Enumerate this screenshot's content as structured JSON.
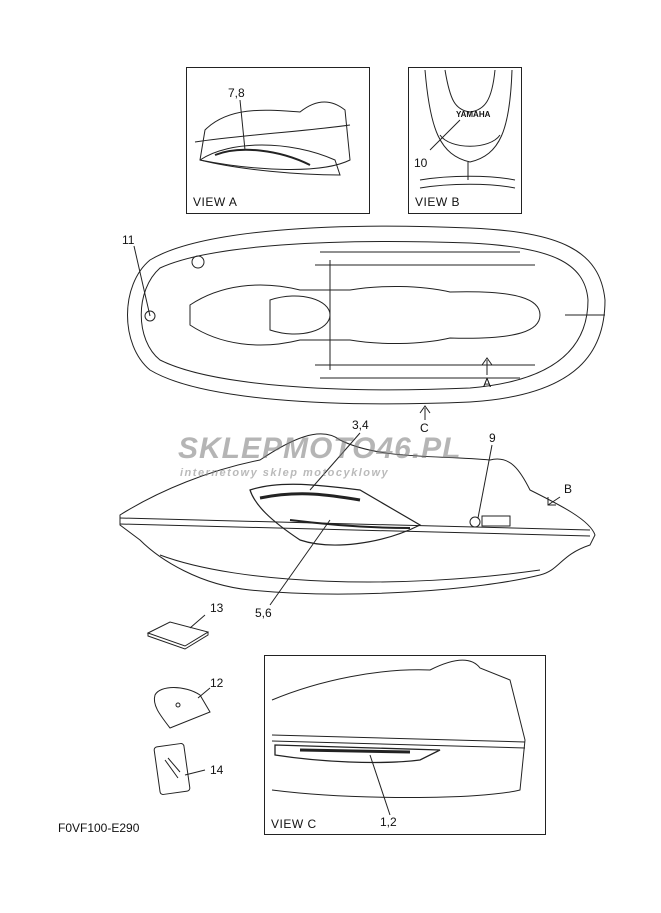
{
  "views": {
    "view_a": "VIEW A",
    "view_b": "VIEW B",
    "view_c": "VIEW C"
  },
  "callouts": {
    "c78": "7,8",
    "c10": "10",
    "c11": "11",
    "c34": "3,4",
    "c9": "9",
    "c56": "5,6",
    "c13": "13",
    "c12": "12",
    "c14": "14",
    "c12b": "1,2",
    "arrow_a": "A",
    "arrow_b": "B",
    "arrow_c": "C"
  },
  "badge_text": "YAMAHA",
  "diagram_code": "F0VF100-E290",
  "watermark": {
    "main": "SKLEPMOTO46.PL",
    "sub": "internetowy sklep motocyklowy"
  }
}
